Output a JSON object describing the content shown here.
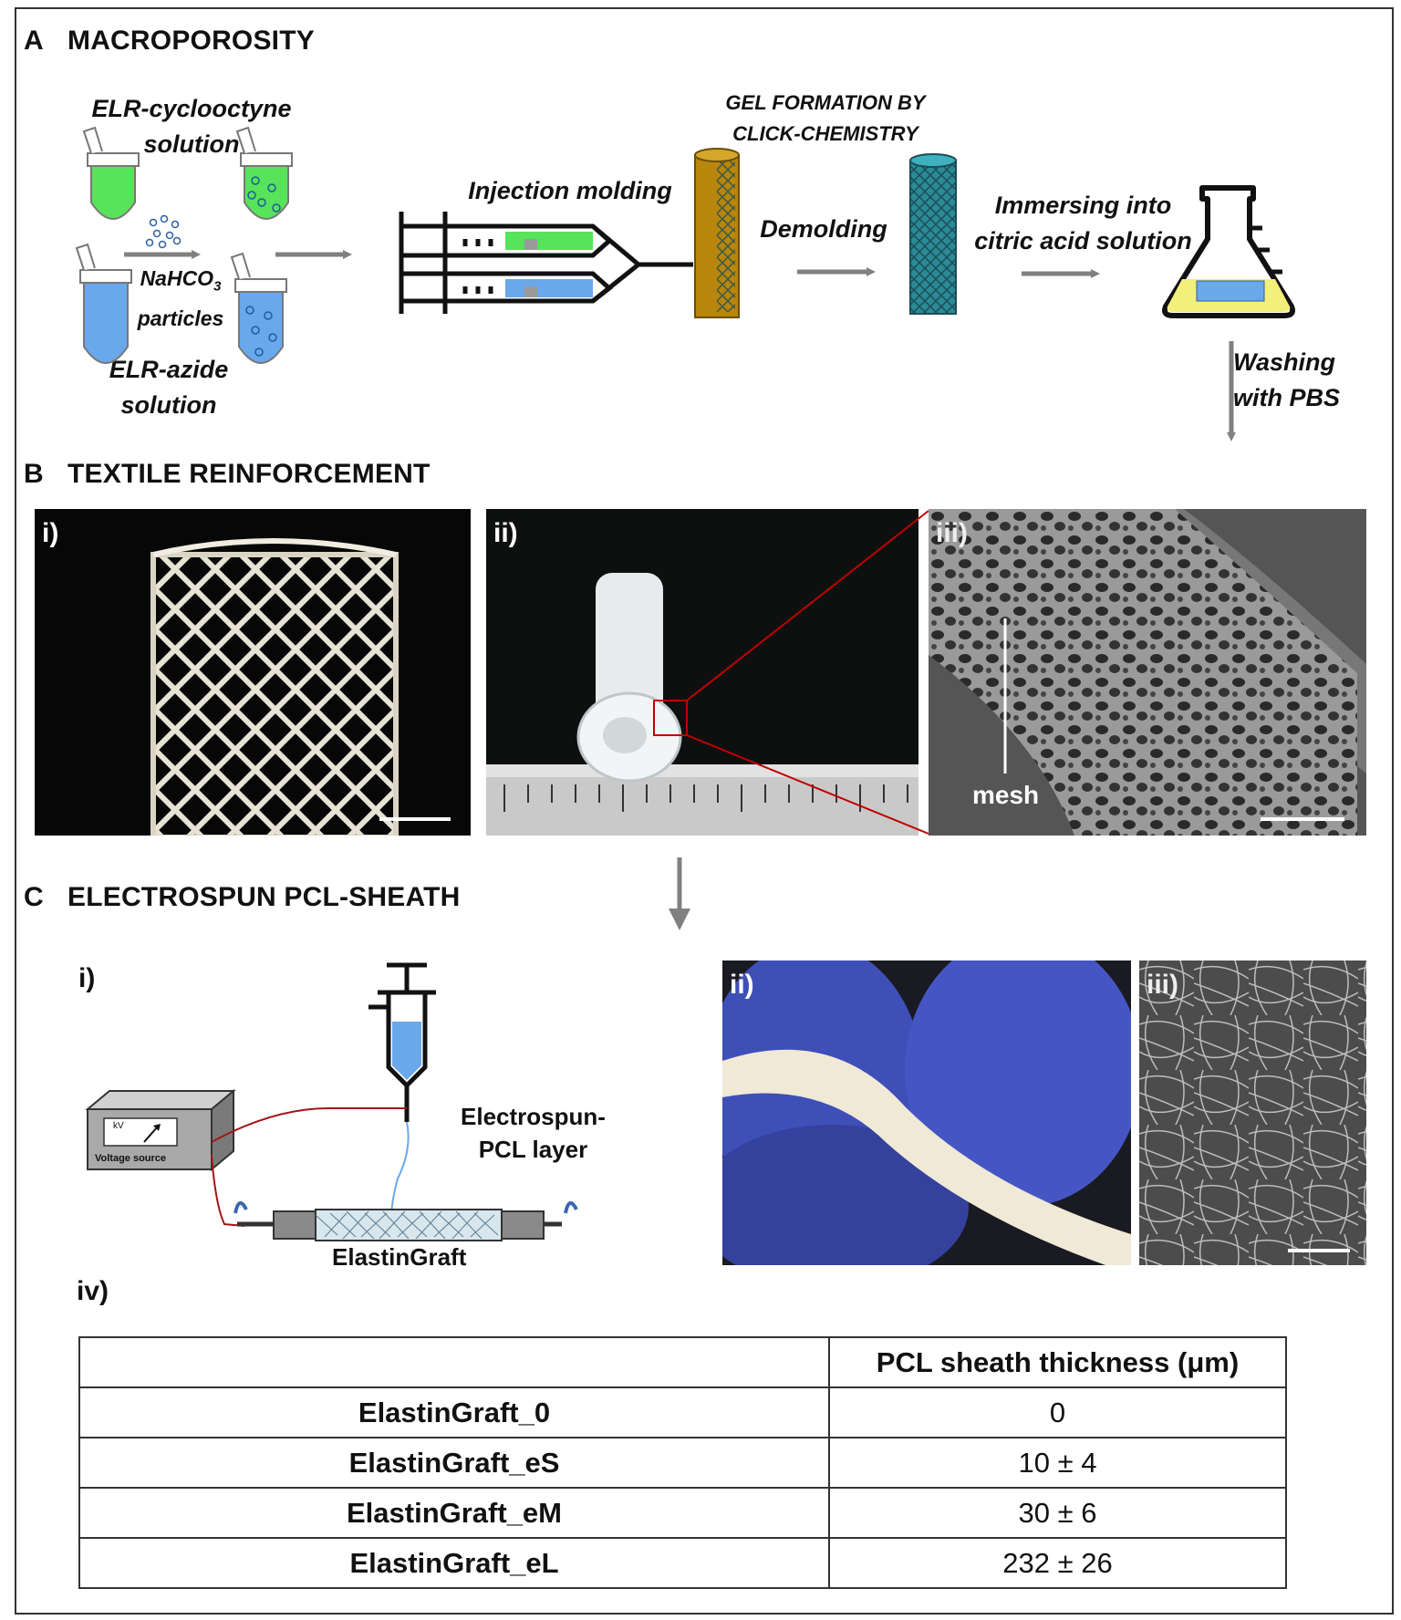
{
  "panelA": {
    "letter": "A",
    "title": "MACROPOROSITY",
    "elr_cyclooctyne_1": "ELR-cyclooctyne",
    "elr_cyclooctyne_2": "solution",
    "nahco3_1": "NaHCO",
    "nahco3_sub": "3",
    "nahco3_2": "particles",
    "elr_azide_1": "ELR-azide",
    "elr_azide_2": "solution",
    "injection": "Injection molding",
    "gel_1": "GEL FORMATION BY",
    "gel_2": "CLICK-CHEMISTRY",
    "demolding": "Demolding",
    "immersing_1": "Immersing into",
    "immersing_2": "citric acid solution",
    "washing_1": "Washing",
    "washing_2": "with PBS"
  },
  "panelB": {
    "letter": "B",
    "title": "TEXTILE REINFORCEMENT",
    "sub_i": "i)",
    "sub_ii": "ii)",
    "sub_iii": "iii)",
    "mesh_label": "mesh"
  },
  "panelC": {
    "letter": "C",
    "title": "ELECTROSPUN PCL-SHEATH",
    "sub_i": "i)",
    "sub_ii": "ii)",
    "sub_iii": "iii)",
    "sub_iv": "iv)",
    "kv_label": "kV",
    "voltage_source": "Voltage source",
    "layer_1": "Electrospun-",
    "layer_2": "PCL layer",
    "graft_label": "ElastinGraft"
  },
  "table": {
    "header_blank": "",
    "header": "PCL sheath thickness (μm)",
    "rows": [
      {
        "name": "ElastinGraft_0",
        "value": "0"
      },
      {
        "name": "ElastinGraft_eS",
        "value": "10 ± 4"
      },
      {
        "name": "ElastinGraft_eM",
        "value": "30 ± 6"
      },
      {
        "name": "ElastinGraft_eL",
        "value": "232 ± 26"
      }
    ]
  },
  "colors": {
    "green_solution": "#57e35a",
    "blue_solution": "#6aa8ec",
    "gold_mold": "#b8860b",
    "teal_tube": "#2a8a96",
    "flask_yellow": "#f2ef7a",
    "glove_blue": "#3f4fb8",
    "arrow_gray": "#808080",
    "zoom_red": "#c00000",
    "electrode_wire": "#a31515"
  }
}
